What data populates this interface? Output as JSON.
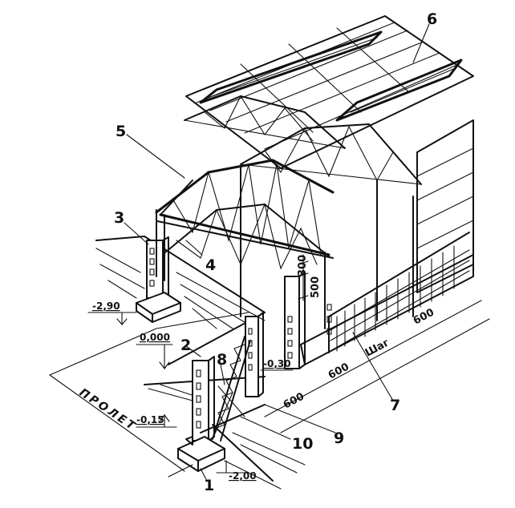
{
  "callouts": {
    "c1": "1",
    "c2": "2",
    "c3": "3",
    "c4": "4",
    "c5": "5",
    "c6": "6",
    "c7": "7",
    "c8": "8",
    "c9": "9",
    "c10": "10"
  },
  "elevations": {
    "top_foundation": "-2,90",
    "floor": "0,000",
    "bottom_foundation_a": "-0,15",
    "bottom_foundation_b": "-2,00",
    "column_mark": "-0,30"
  },
  "dimensions": {
    "d300": "300",
    "d500": "500",
    "d600_a": "600",
    "d600_b": "600",
    "d600_c": "600",
    "step_label": "Шаг"
  },
  "span_label": "ПРОЛЕТ"
}
